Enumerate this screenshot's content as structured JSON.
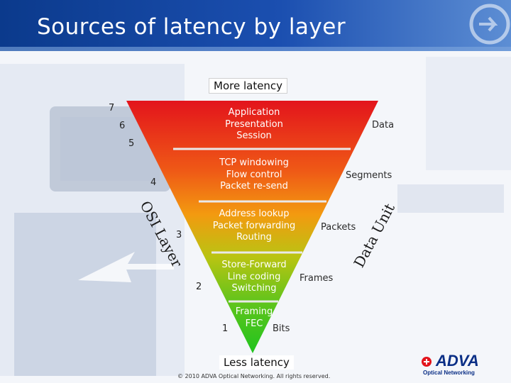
{
  "title": "Sources of latency by layer",
  "top_label": "More latency",
  "bottom_label": "Less latency",
  "layers": [
    {
      "lines": [
        "Application",
        "Presentation",
        "Session"
      ],
      "data_unit": "Data",
      "osi_numbers": [
        "7",
        "6",
        "5"
      ],
      "color": "#e5231b"
    },
    {
      "lines": [
        "TCP windowing",
        "Flow control",
        "Packet re-send"
      ],
      "data_unit": "Segments",
      "osi_numbers": [
        "4"
      ],
      "color": "#f17a12"
    },
    {
      "lines": [
        "Address lookup",
        "Packet forwarding",
        "Routing"
      ],
      "data_unit": "Packets",
      "osi_numbers": [
        "3"
      ],
      "color": "#c2c012"
    },
    {
      "lines": [
        "Store-Forward",
        "Line coding",
        "Switching"
      ],
      "data_unit": "Frames",
      "osi_numbers": [
        "2"
      ],
      "color": "#7bc41a"
    },
    {
      "lines": [
        "Framing",
        "FEC"
      ],
      "data_unit": "Bits",
      "osi_numbers": [
        "1"
      ],
      "color": "#2fc61e"
    }
  ],
  "axis_left": "OSI Layer",
  "axis_right": "Data Unit",
  "footer": "© 2010 ADVA Optical Networking. All rights reserved.",
  "logo": {
    "brand": "ADVA",
    "sub": "Optical Networking"
  }
}
